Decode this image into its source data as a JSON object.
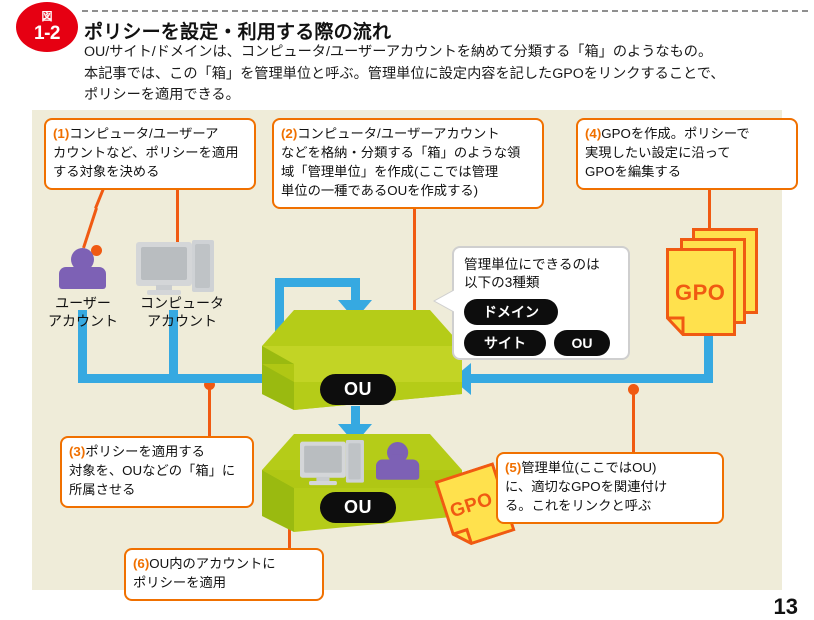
{
  "figure": {
    "badge_kanji": "図",
    "badge_number": "1-2",
    "title": "ポリシーを設定・利用する際の流れ",
    "description_lines": [
      "OU/サイト/ドメインは、コンピュータ/ユーザーアカウントを納めて分類する「箱」のようなもの。",
      "本記事では、この「箱」を管理単位と呼ぶ。管理単位に設定内容を記したGPOをリンクすることで、",
      "ポリシーを適用できる。"
    ],
    "page_number": "13"
  },
  "callouts": {
    "c1": {
      "marker": "(1)",
      "lines": [
        "コンピュータ/ユーザーア",
        "カウントなど、ポリシーを適用",
        "する対象を決める"
      ]
    },
    "c2": {
      "marker": "(2)",
      "lines": [
        "コンピュータ/ユーザーアカウント",
        "などを格納・分類する「箱」のような領",
        "域「管理単位」を作成(ここでは管理",
        "単位の一種であるOUを作成する)"
      ]
    },
    "c3": {
      "marker": "(3)",
      "lines": [
        "ポリシーを適用する",
        "対象を、OUなどの「箱」に",
        "所属させる"
      ]
    },
    "c4": {
      "marker": "(4)",
      "lines": [
        "GPOを作成。ポリシーで",
        "実現したい設定に沿って",
        "GPOを編集する"
      ]
    },
    "c5": {
      "marker": "(5)",
      "lines": [
        "管理単位(ここではOU)",
        "に、適切なGPOを関連付け",
        "る。これをリンクと呼ぶ"
      ]
    },
    "c6": {
      "marker": "(6)",
      "lines": [
        "OU内のアカウントに",
        "ポリシーを適用"
      ]
    }
  },
  "accounts": {
    "user": {
      "label_line1": "ユーザー",
      "label_line2": "アカウント",
      "icon": "user-icon"
    },
    "computer": {
      "label_line1": "コンピュータ",
      "label_line2": "アカウント",
      "icon": "computer-icon"
    }
  },
  "bubble": {
    "text_line1": "管理単位にできるのは",
    "text_line2": "以下の3種類",
    "types": [
      "ドメイン",
      "サイト",
      "OU"
    ]
  },
  "containers": {
    "top_ou_label": "OU",
    "bottom_ou_label": "OU"
  },
  "gpo": {
    "stack_label": "GPO",
    "linked_label": "GPO"
  },
  "colors": {
    "accent_orange": "#f07000",
    "badge_red": "#e60012",
    "flow_blue": "#36a9e1",
    "container_green": "#b5cc18",
    "container_green_dark": "#9aba10",
    "user_purple": "#7d61b5",
    "gpo_yellow": "#ffe14d",
    "canvas_beige": "#efecd9"
  }
}
